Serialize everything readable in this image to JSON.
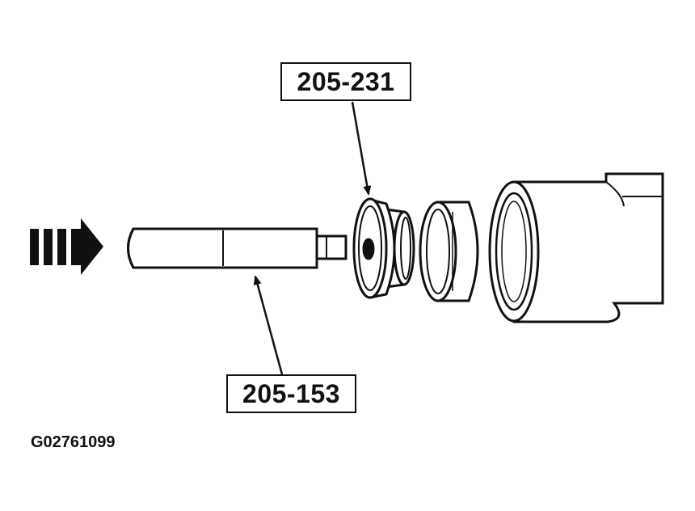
{
  "labels": {
    "tool_top": "205-231",
    "tool_bottom": "205-153"
  },
  "figure_id": "G02761099",
  "colors": {
    "ink": "#111111",
    "paper": "#ffffff"
  }
}
